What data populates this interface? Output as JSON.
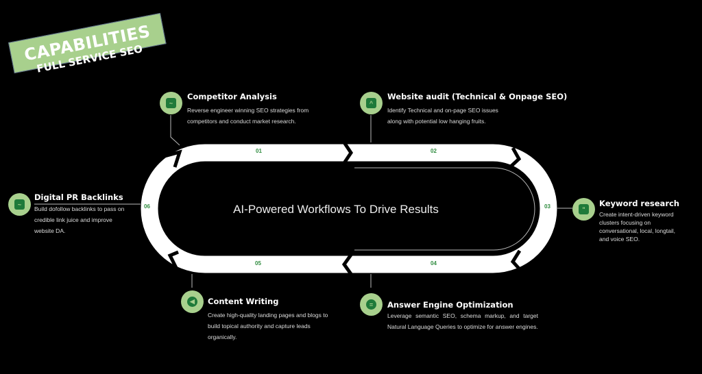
{
  "header": {
    "badge": "CAPABILITIES",
    "subtitle": "FULL SERVICE SEO"
  },
  "center_title": "AI-Powered Workflows To Drive Results",
  "steps": [
    {
      "num": "01",
      "title": "Competitor Analysis",
      "desc": "Reverse engineer winning SEO strategies from competitors and conduct market research.",
      "icon": "presentation-chart-icon"
    },
    {
      "num": "02",
      "title": "Website audit (Technical & Onpage SEO)",
      "desc": "Identify Technical and on-page SEO issues along with potential low hanging fruits.",
      "icon": "browser-icon"
    },
    {
      "num": "03",
      "title": "Keyword research",
      "desc": "Create intent-driven keyword clusters focusing on conversational, local, longtail, and voice SEO.",
      "icon": "quote-icon"
    },
    {
      "num": "04",
      "title": "Answer Engine Optimization",
      "desc": "Leverage semantic SEO, schema markup, and target Natural Language Queries to optimize for answer engines.",
      "icon": "search-chat-icon"
    },
    {
      "num": "05",
      "title": "Content Writing",
      "desc": "Create high-quality landing pages and blogs to build topical authority and capture leads organically.",
      "icon": "megaphone-icon"
    },
    {
      "num": "06",
      "title": "Digital PR Backlinks",
      "desc": "Build dofollow backlinks to pass on credible link juice and improve website DA.",
      "icon": "chart-link-icon"
    }
  ],
  "colors": {
    "accent": "#a8d08d",
    "dark_green": "#1f7a3a",
    "number": "#2e8b3e"
  }
}
